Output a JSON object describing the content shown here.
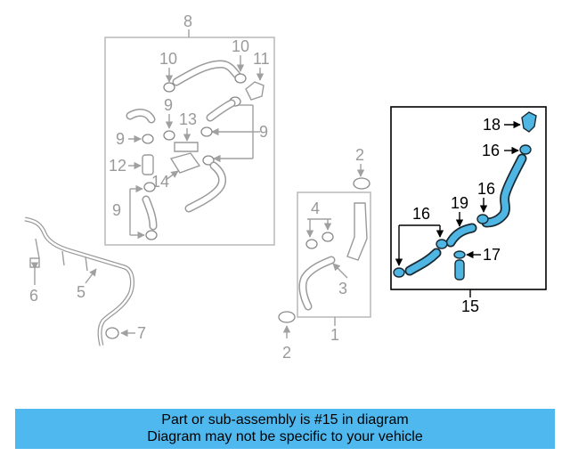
{
  "callouts": {
    "c1": "1",
    "c2a": "2",
    "c2b": "2",
    "c3": "3",
    "c4": "4",
    "c5": "5",
    "c6": "6",
    "c7": "7",
    "c8": "8",
    "c9a": "9",
    "c9b": "9",
    "c9c": "9",
    "c9d": "9",
    "c10a": "10",
    "c10b": "10",
    "c11": "11",
    "c12": "12",
    "c13": "13",
    "c14": "14",
    "c15": "15",
    "c16a": "16",
    "c16b": "16",
    "c16c": "16",
    "c17": "17",
    "c18": "18",
    "c19": "19"
  },
  "banner": {
    "line1": "Part or sub-assembly is #15 in diagram",
    "line2": "Diagram may not be specific to your vehicle"
  },
  "colors": {
    "highlight": "#4fb6e3",
    "banner": "#4fb9ef",
    "grey": "#9a9a9a"
  }
}
